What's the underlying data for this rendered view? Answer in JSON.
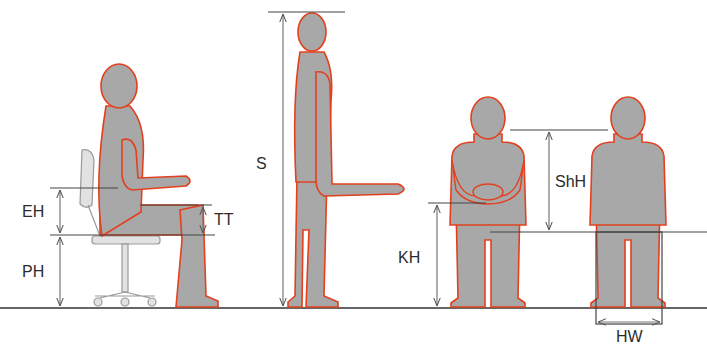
{
  "diagram": {
    "labels": [
      "EH",
      "TT",
      "PH",
      "S",
      "KH",
      "ShH",
      "HW"
    ]
  }
}
